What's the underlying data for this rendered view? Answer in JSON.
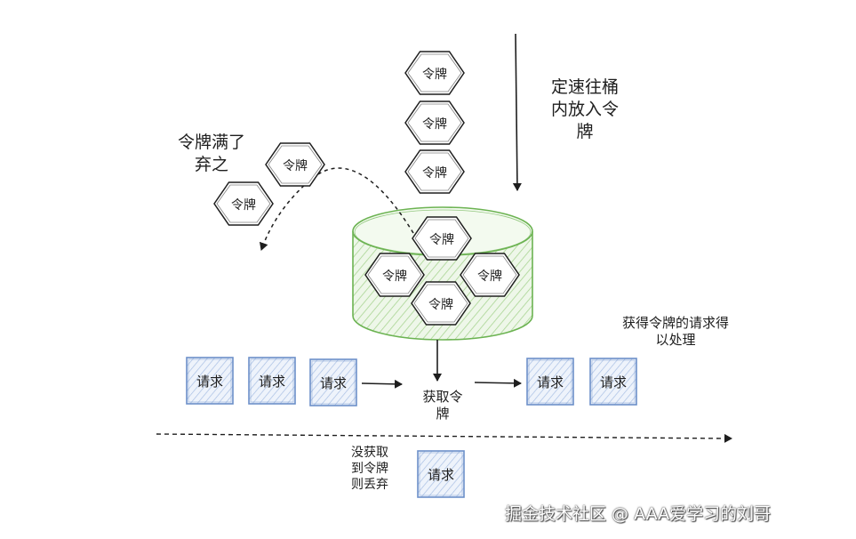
{
  "labels": {
    "constant_rate": [
      "定速往桶",
      "内放入令",
      "牌"
    ],
    "discard_when_full": [
      "令牌满了",
      "弃之"
    ],
    "obtain_token": [
      "获取令",
      "牌"
    ],
    "processed": [
      "获得令牌的请求得",
      "以处理"
    ],
    "rejected": [
      "没获取",
      "到令牌",
      "则丢弃"
    ]
  },
  "token_label": "令牌",
  "request_label": "请求",
  "watermark": "掘金技术社区 @ AAA爱学习的刘哥",
  "colors": {
    "stroke": "#1e1e1e",
    "bucket_fill": "#e6f3df",
    "bucket_stroke": "#6cb352",
    "request_fill": "#dbe6f5",
    "request_stroke": "#6c8fc9"
  }
}
